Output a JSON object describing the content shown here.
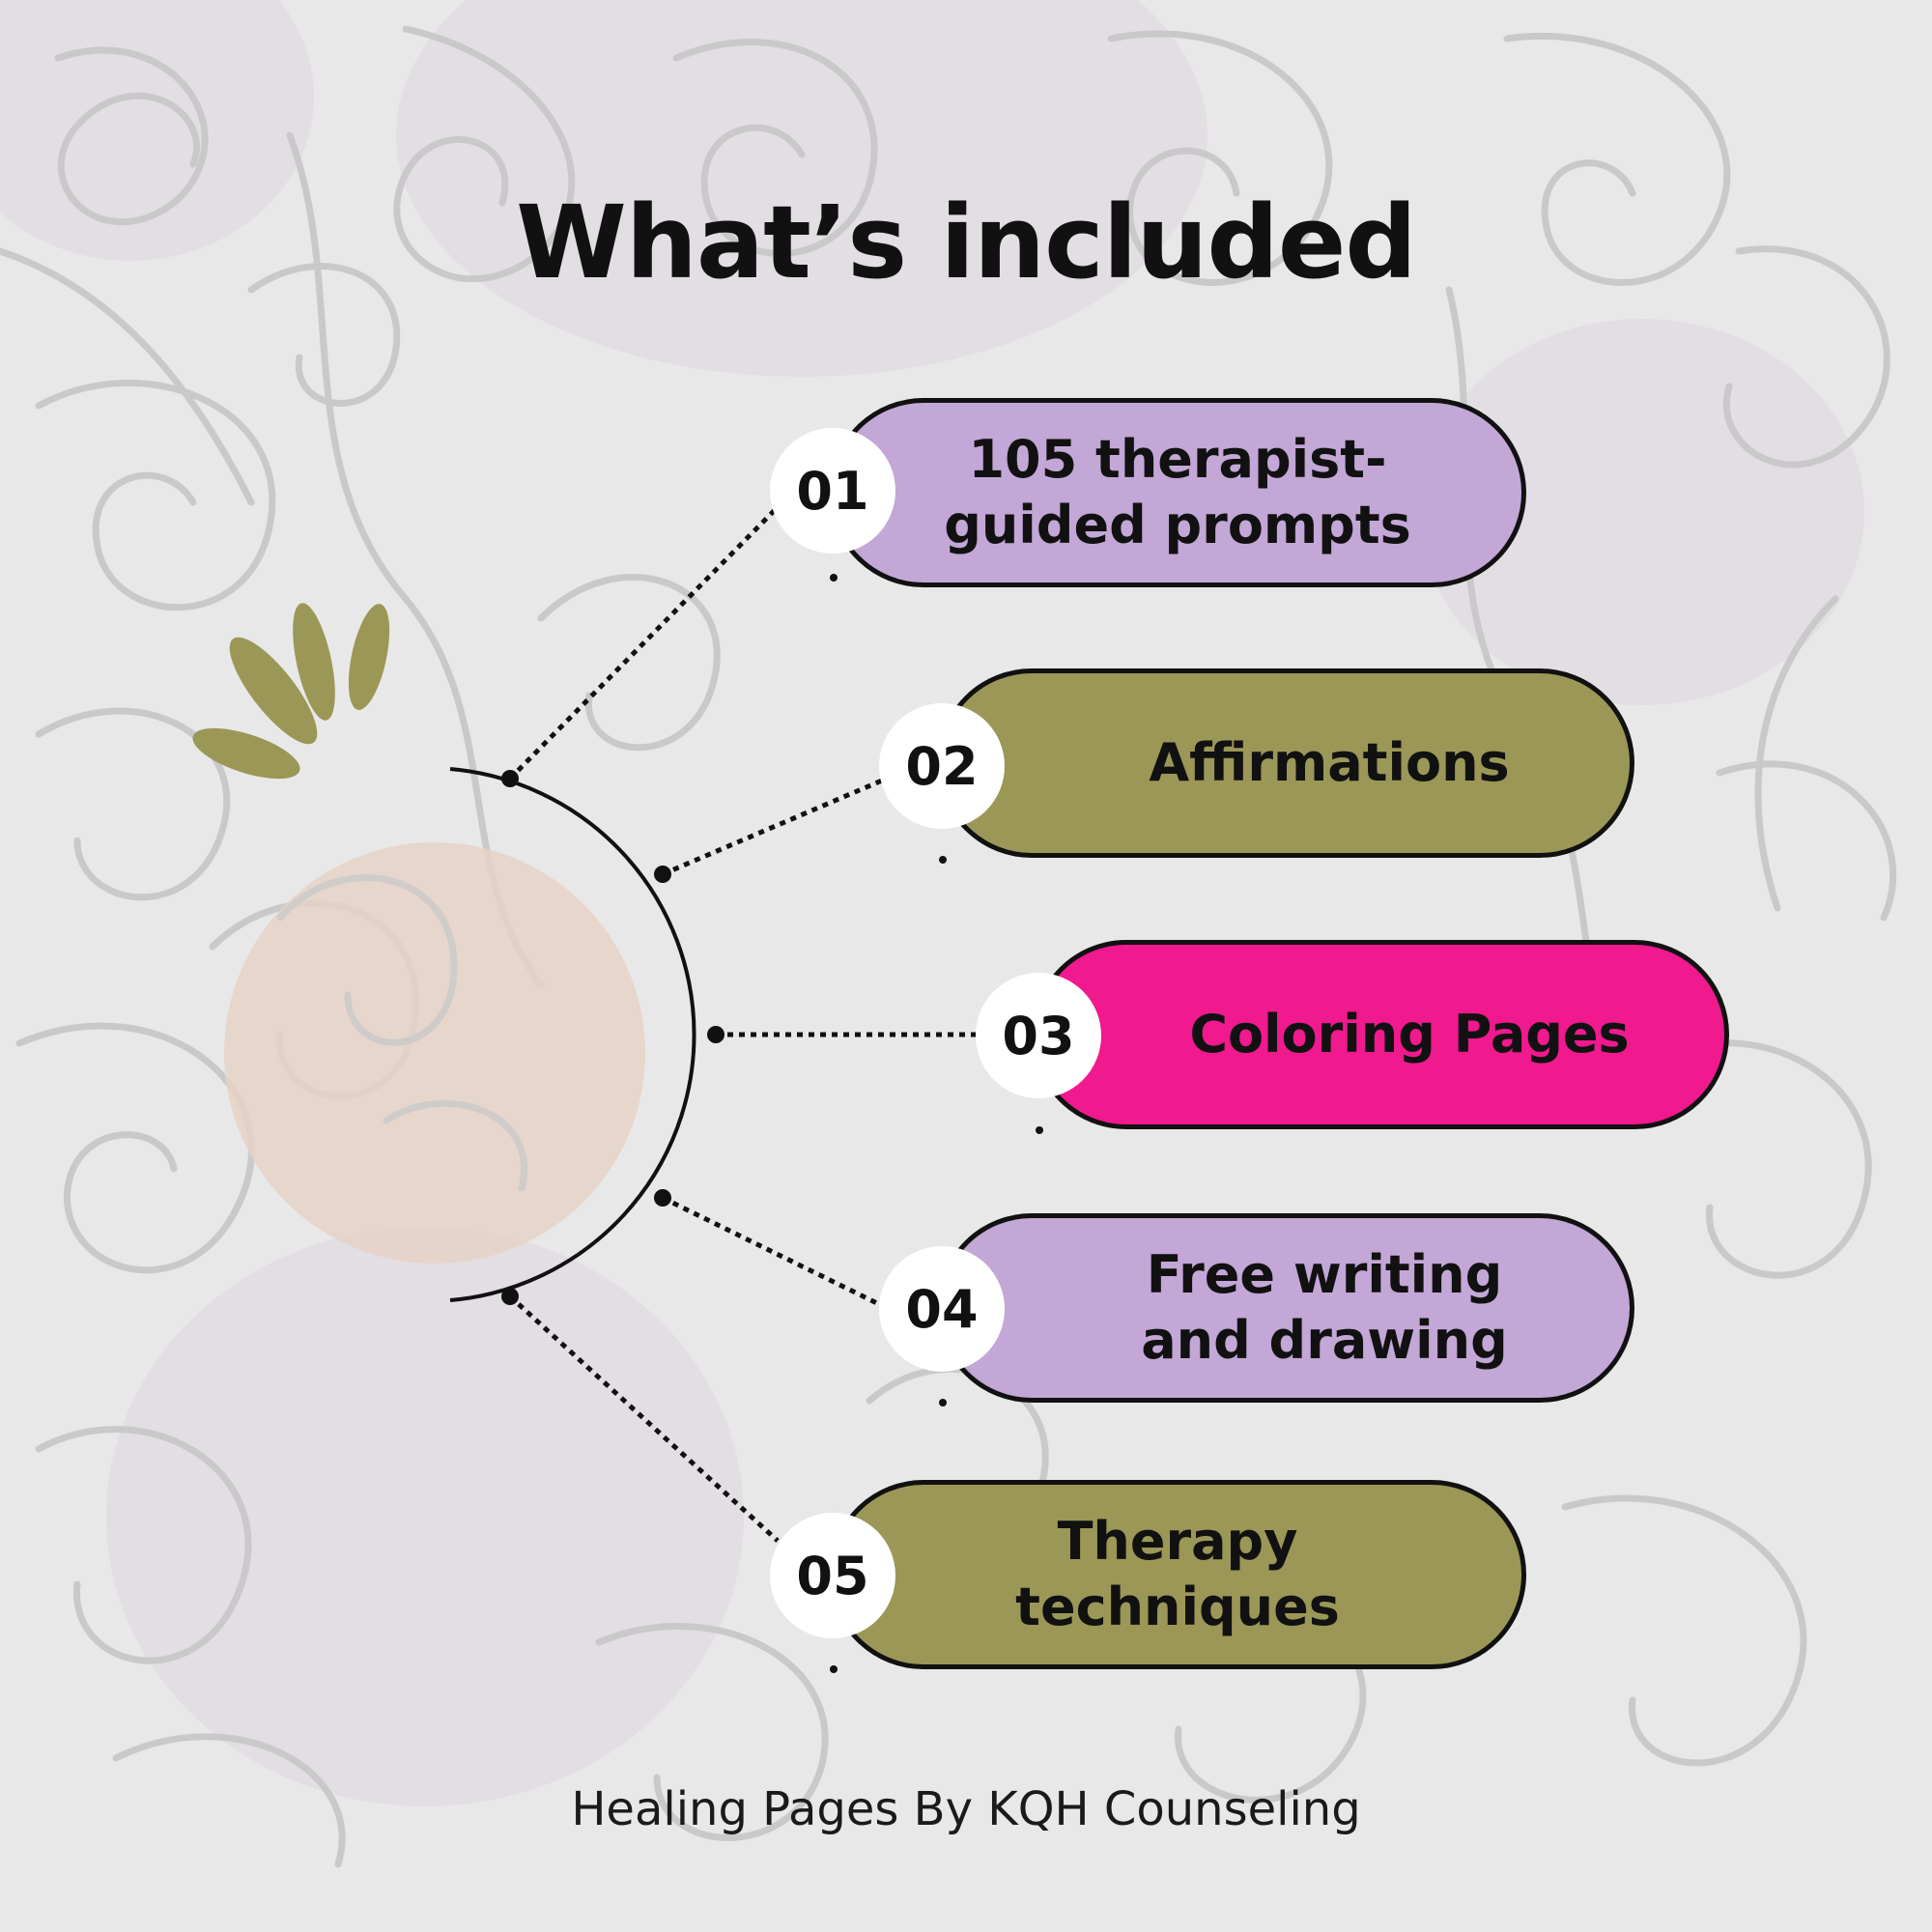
{
  "title": "What’s included",
  "items": [
    {
      "number": "01",
      "label": "105 therapist-\nguided prompts"
    },
    {
      "number": "02",
      "label": "Affirmations"
    },
    {
      "number": "03",
      "label": "Coloring Pages"
    },
    {
      "number": "04",
      "label": "Free writing\nand drawing"
    },
    {
      "number": "05",
      "label": "Therapy\ntechniques"
    }
  ],
  "footer": "Healing Pages By KQH Counseling",
  "colors": {
    "background": "#e9e8e9",
    "lavender": "#c3a7d6",
    "olive": "#9b9757",
    "magenta": "#f0198e",
    "peach_circle": "#e6d2c6",
    "doodle_line": "#c9c9c9"
  }
}
